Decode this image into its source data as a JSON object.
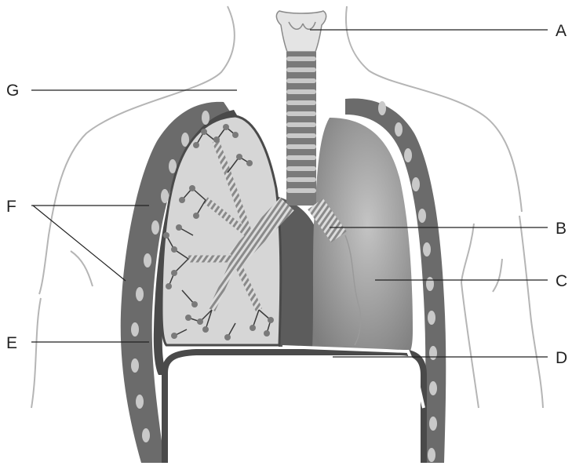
{
  "diagram": {
    "labels": {
      "A": "A",
      "B": "B",
      "C": "C",
      "D": "D",
      "E": "E",
      "F": "F",
      "G": "G"
    },
    "colors": {
      "background": "#ffffff",
      "outline": "#b5b5b5",
      "tissue": "#6b6b6b",
      "tissue_dark": "#4a4a4a",
      "lung_fill": "#d6d6d6",
      "collapsed_lung": "#8e8e8e",
      "airway": "#7a7a7a",
      "airway_light": "#c9c9c9",
      "leader_line": "#222222"
    }
  }
}
